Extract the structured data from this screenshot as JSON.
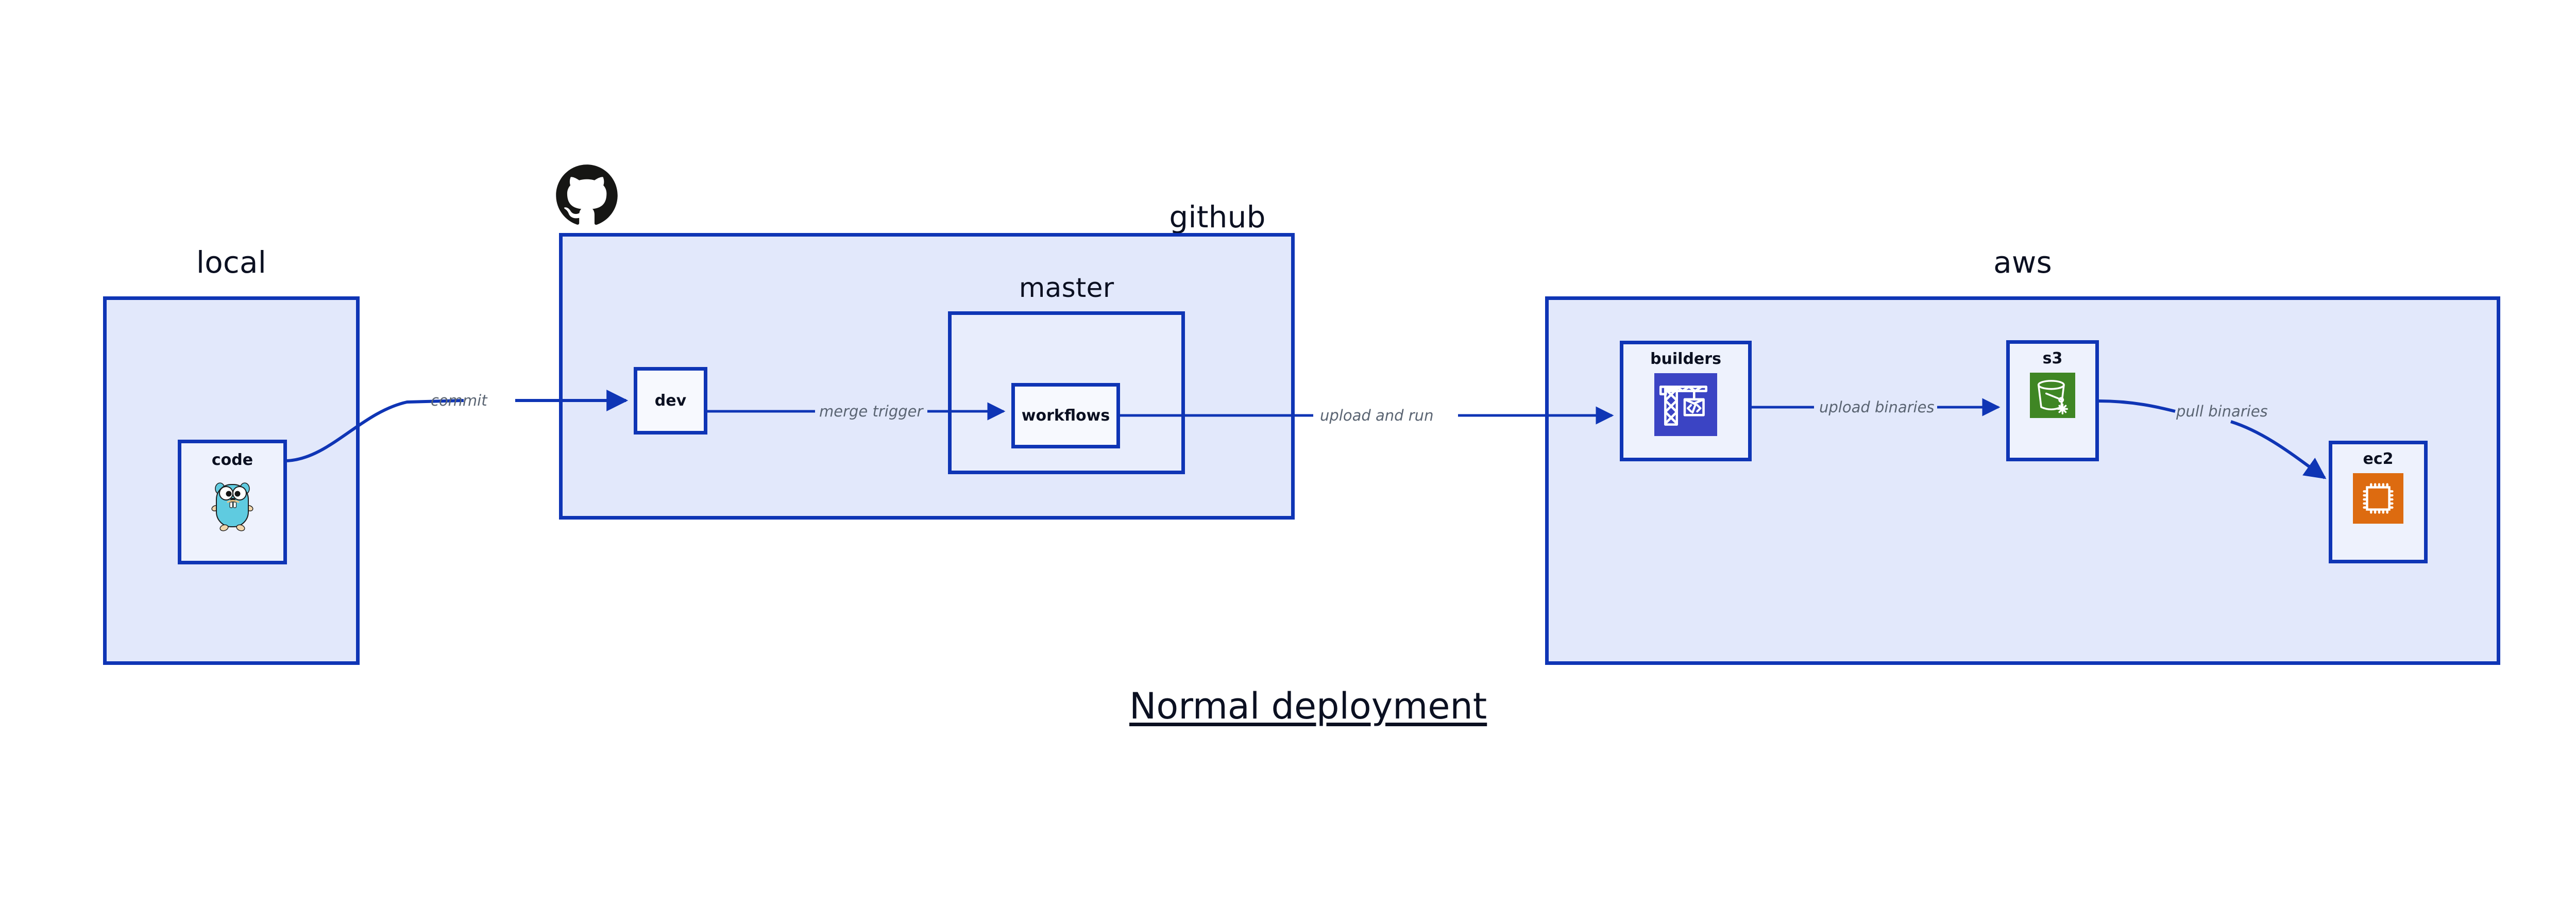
{
  "diagram": {
    "caption": "Normal deployment",
    "background_color": "#ffffff",
    "accent_color": "#0f35b5",
    "group_fill": "#e2e8fb",
    "node_fill": "#eef2fd",
    "label_color": "#5a6472"
  },
  "groups": [
    {
      "id": "local",
      "label": "local",
      "nodes": [
        {
          "id": "code",
          "label": "code",
          "icon": "go-gopher-icon",
          "icon_color": "#5fcbe0"
        }
      ]
    },
    {
      "id": "github",
      "label": "github",
      "logo": "github-mark-icon",
      "logo_color": "#161614",
      "nodes": [
        {
          "id": "dev",
          "label": "dev",
          "icon": "none"
        }
      ],
      "subgroups": [
        {
          "id": "master",
          "label": "master",
          "nodes": [
            {
              "id": "workflows",
              "label": "workflows",
              "icon": "none"
            }
          ]
        }
      ]
    },
    {
      "id": "aws",
      "label": "aws",
      "nodes": [
        {
          "id": "builders",
          "label": "builders",
          "icon": "crane-code-icon",
          "icon_color": "#3b44c4"
        },
        {
          "id": "s3",
          "label": "s3",
          "icon": "s3-bucket-icon",
          "icon_color": "#3f8624"
        },
        {
          "id": "ec2",
          "label": "ec2",
          "icon": "cpu-chip-icon",
          "icon_color": "#dd6b10"
        }
      ]
    }
  ],
  "edges": [
    {
      "id": "commit",
      "label": "commit",
      "from": "code",
      "to": "dev"
    },
    {
      "id": "merge-trigger",
      "label": "merge trigger",
      "from": "dev",
      "to": "workflows"
    },
    {
      "id": "upload-run",
      "label": "upload and run",
      "from": "workflows",
      "to": "builders"
    },
    {
      "id": "upload-bin",
      "label": "upload binaries",
      "from": "builders",
      "to": "s3"
    },
    {
      "id": "pull-bin",
      "label": "pull binaries",
      "from": "s3",
      "to": "ec2"
    }
  ]
}
